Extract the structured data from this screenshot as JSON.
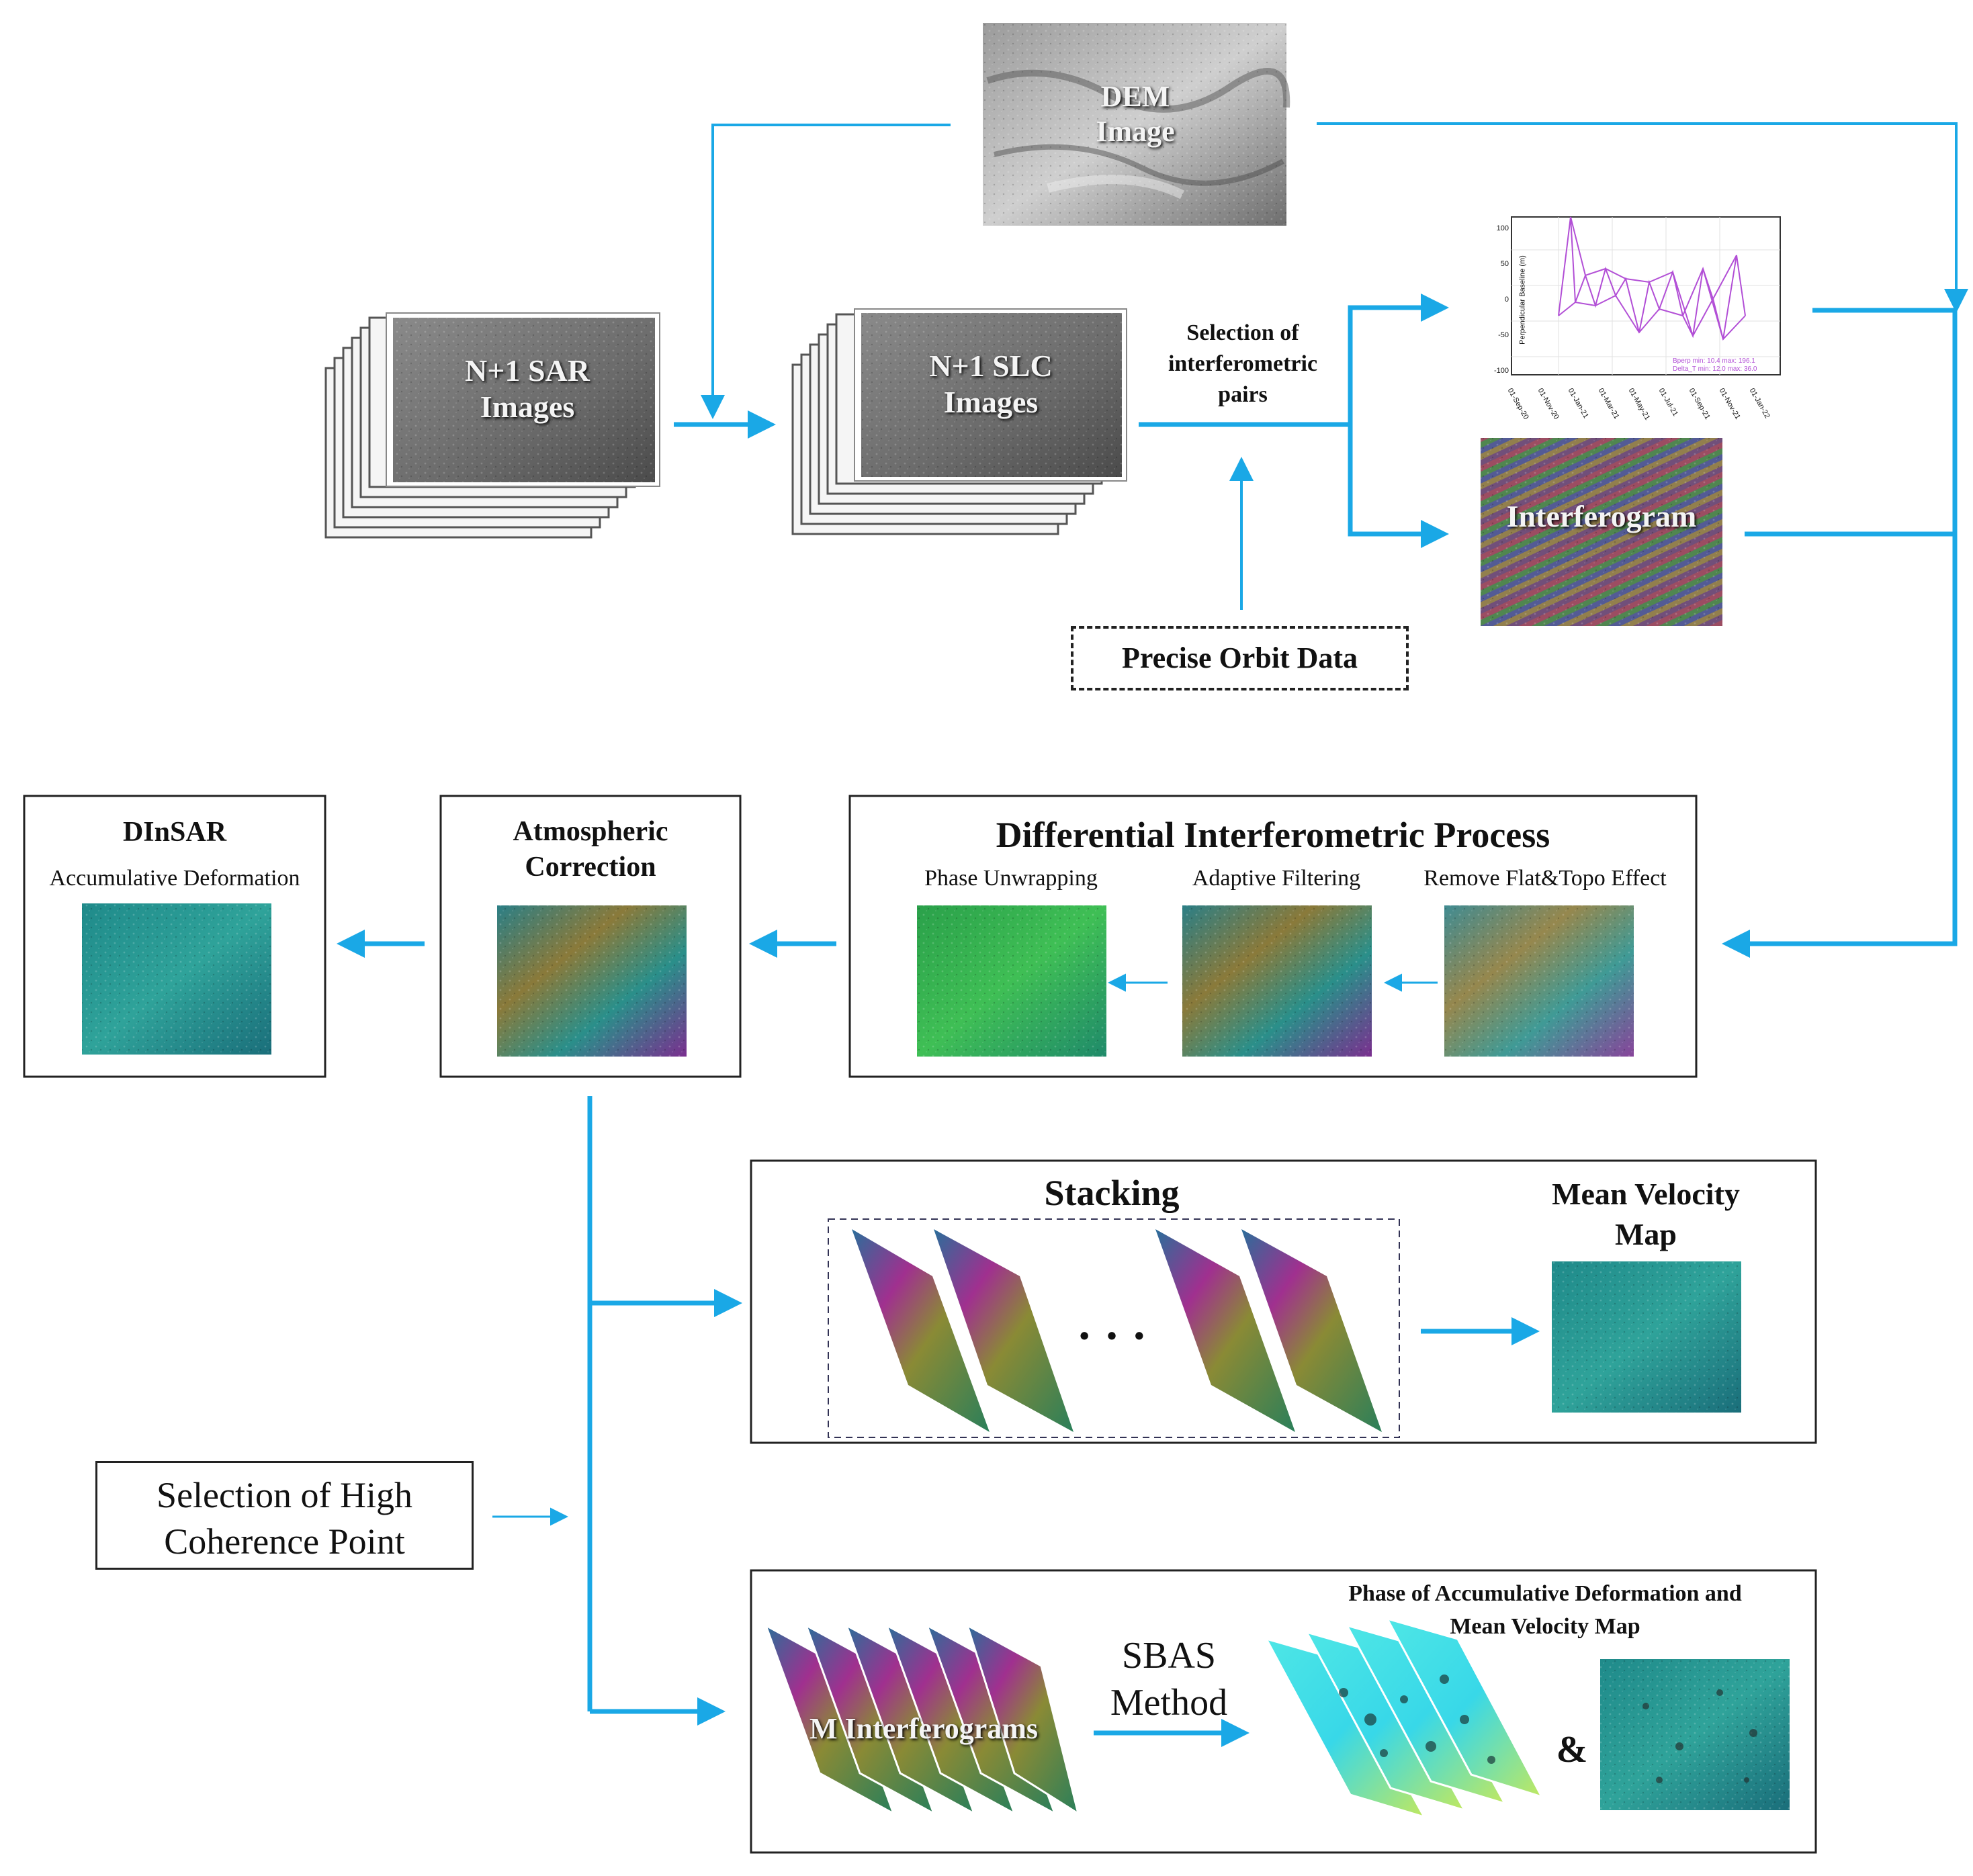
{
  "dem": {
    "line1": "DEM",
    "line2": "Image"
  },
  "sar": {
    "line1": "N+1 SAR",
    "line2": "Images"
  },
  "slc": {
    "line1": "N+1 SLC",
    "line2": "Images"
  },
  "pairs": {
    "line1": "Selection of",
    "line2": "interferometric",
    "line3": "pairs"
  },
  "orbit": {
    "label": "Precise Orbit  Data"
  },
  "interferogram": {
    "label": "Interferogram"
  },
  "baseline_plot": {
    "ylabel": "Perpendicular Baseline (m)",
    "yticks": [
      "100",
      "50",
      "0",
      "-50",
      "-100"
    ],
    "xticks": [
      "01-Sep-20",
      "01-Nov-20",
      "01-Jan-21",
      "01-Mar-21",
      "01-May-21",
      "01-Jul-21",
      "01-Sep-21",
      "01-Nov-21",
      "01-Jan-22"
    ],
    "legend1": "Bperp  min: 10.4  max: 196.1",
    "legend2": "Delta_T  min: 12.0  max: 36.0"
  },
  "dinsar": {
    "title": "DInSAR",
    "subtitle": "Accumulative  Deformation"
  },
  "atmo": {
    "line1": "Atmospheric",
    "line2": "Correction"
  },
  "dip": {
    "title": "Differential Interferometric Process",
    "step1": "Phase Unwrapping",
    "step2": "Adaptive  Filtering",
    "step3": "Remove  Flat&Topo  Effect"
  },
  "stacking": {
    "title": "Stacking",
    "dots": "· · ·",
    "out_line1": "Mean Velocity",
    "out_line2": "Map"
  },
  "coherence": {
    "line1": "Selection of High",
    "line2": "Coherence Point"
  },
  "sbas": {
    "m_label": "M Interferograms",
    "method1": "SBAS",
    "method2": "Method",
    "out_line1": "Phase of Accumulative  Deformation and",
    "out_line2": "Mean Velocity Map",
    "amp": "&"
  },
  "colors": {
    "arrow": "#1aa8e6",
    "border": "#222222"
  }
}
